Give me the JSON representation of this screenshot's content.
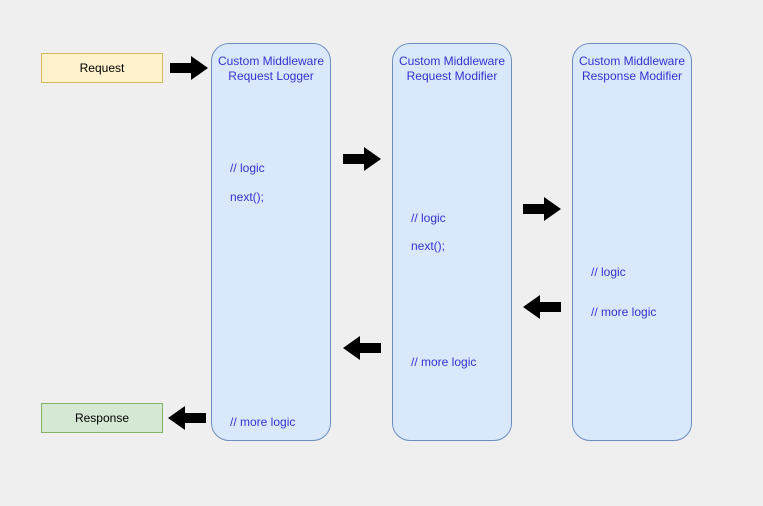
{
  "diagram": {
    "background": "#efefef",
    "request": {
      "label": "Request",
      "fill": "#fff2cc",
      "border": "#d6b656"
    },
    "response": {
      "label": "Response",
      "fill": "#d5e8d4",
      "border": "#82b366"
    },
    "middlewares": [
      {
        "title": "Custom Middleware Request Logger",
        "code": [
          "// logic",
          "next();",
          "// more logic"
        ]
      },
      {
        "title": "Custom Middleware Request Modifier",
        "code": [
          "// logic",
          "next();",
          "// more logic"
        ]
      },
      {
        "title": "Custom Middleware Response Modifier",
        "code": [
          "// logic",
          "// more logic"
        ]
      }
    ],
    "arrows": [
      {
        "name": "request-to-logger",
        "direction": "right"
      },
      {
        "name": "logger-to-request-modifier",
        "direction": "right"
      },
      {
        "name": "request-modifier-to-response-modifier",
        "direction": "right"
      },
      {
        "name": "response-modifier-to-request-modifier",
        "direction": "left"
      },
      {
        "name": "request-modifier-to-logger",
        "direction": "left"
      },
      {
        "name": "logger-to-response",
        "direction": "left"
      }
    ],
    "colors": {
      "box_fill": "#dae8fc",
      "box_border": "#6c8ebf",
      "box_text": "#3333cc",
      "arrow": "#000000"
    }
  }
}
